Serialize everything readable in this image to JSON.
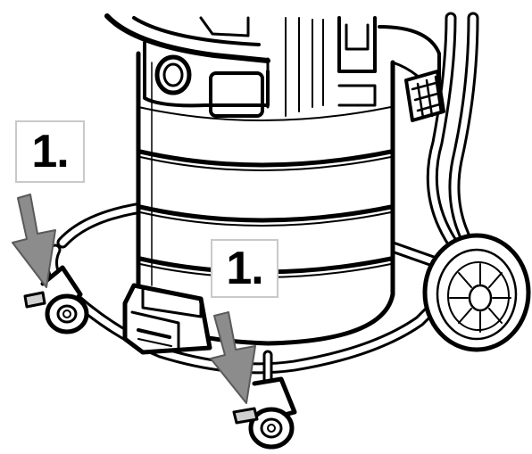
{
  "steps": [
    {
      "label": "1."
    },
    {
      "label": "1."
    }
  ],
  "colors": {
    "line": "#000000",
    "background": "#ffffff",
    "arrow_fill": "#8c8c8c",
    "arrow_stroke": "#5a5a5a",
    "label_border": "#c9c9c9"
  },
  "icons": [
    "down-arrow-icon",
    "castor-wheel",
    "brake-pedal",
    "rear-wheel"
  ]
}
